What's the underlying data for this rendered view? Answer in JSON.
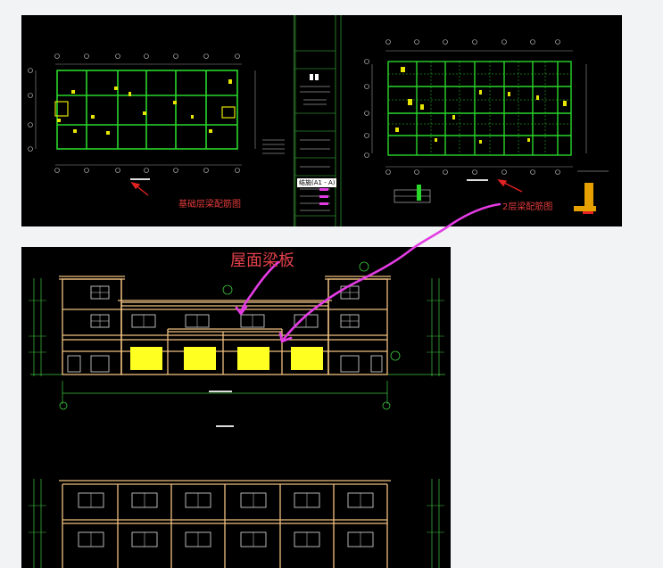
{
  "annotations": {
    "foundation_plan": "基础层梁配筋图",
    "second_floor_plan": "2层梁配筋图",
    "roof": "屋面梁板"
  },
  "titleblock": {
    "sheet_code": "结施(A1 - A)"
  },
  "colors": {
    "grid_green": "#29d62a",
    "marker_yellow": "#e6e600",
    "arrow_red": "#e32222",
    "magenta_stroke": "#e43ce4",
    "facade_orange": "#f0c080"
  }
}
